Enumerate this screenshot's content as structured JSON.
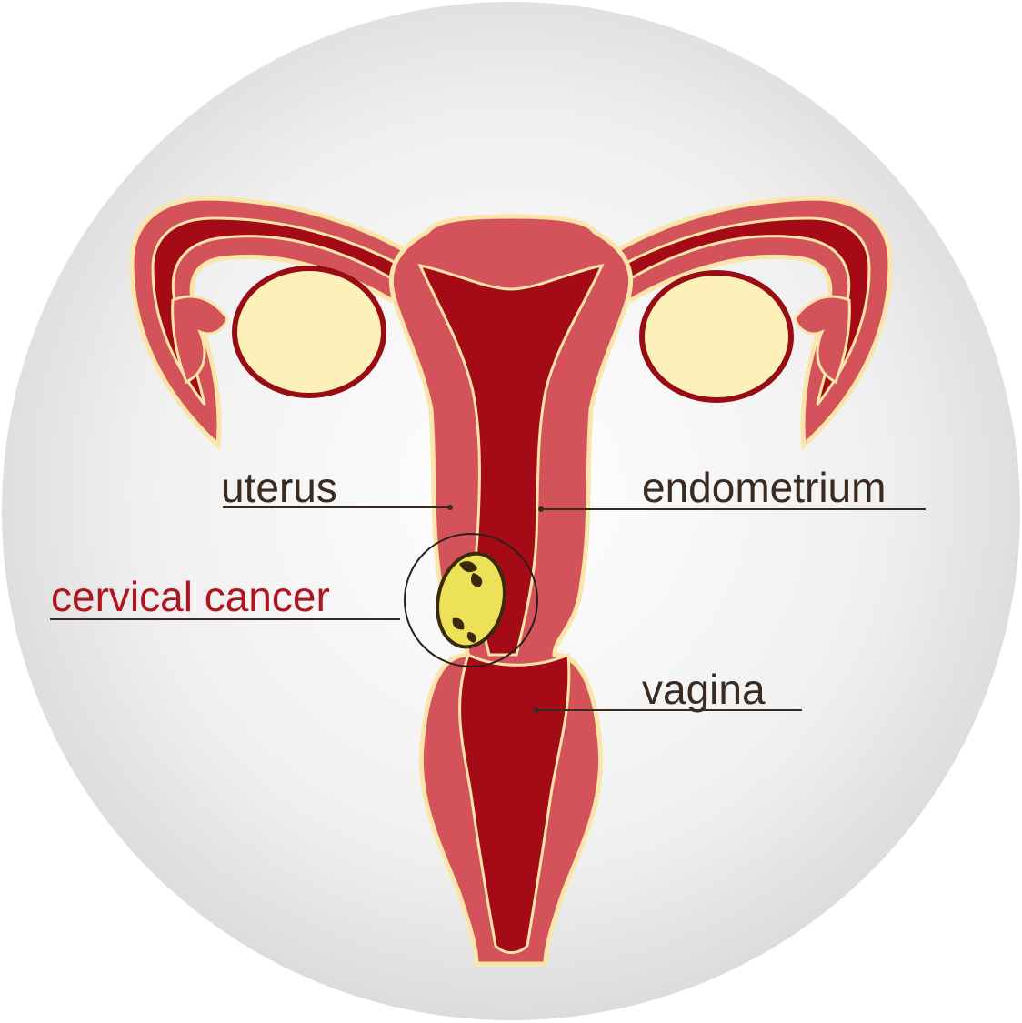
{
  "labels": {
    "uterus": "uterus",
    "endometrium": "endometrium",
    "cervical_cancer": "cervical cancer",
    "vagina": "vagina"
  },
  "colors": {
    "background_disc": "#e6e6e6",
    "outer_tissue": "#d4535b",
    "inner_cavity": "#a50b17",
    "outline": "#fbe5a8",
    "ovary_fill": "#fdf1b9",
    "ovary_rim": "#9a0c14",
    "tumor_fill": "#ede257",
    "tumor_spots": "#3a2a0c",
    "label_text": "#3b2a20",
    "highlight_text": "#b0151f",
    "leader_line": "#3a2a20"
  }
}
